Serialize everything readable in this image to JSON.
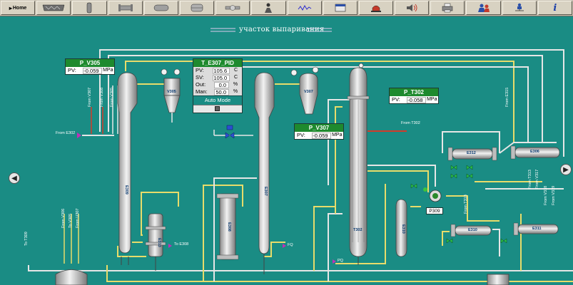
{
  "toolbar": {
    "home_label": "Home",
    "buttons": [
      "home",
      "heater",
      "valve-vertical",
      "pipe-flanges",
      "tank-horizontal",
      "vessel",
      "valve-horizontal",
      "operator",
      "waveform",
      "panel",
      "alarm",
      "speaker",
      "printer",
      "users",
      "person-tree",
      "info"
    ]
  },
  "section": {
    "title": "участок выпаривания"
  },
  "panels": {
    "p_v305": {
      "title": "P_V305",
      "label": "PV:",
      "value": "-0.059",
      "unit": "MPa"
    },
    "p_v307": {
      "title": "P_V307",
      "label": "PV:",
      "value": "-0.059",
      "unit": "MPa"
    },
    "p_t302": {
      "title": "P_T302",
      "label": "PV:",
      "value": "-0.058",
      "unit": "MPa"
    },
    "t_e307": {
      "title": "T_E307_PID",
      "rows": [
        {
          "label": "PV:",
          "value": "105.6",
          "unit": "C"
        },
        {
          "label": "SV:",
          "value": "105.0",
          "unit": "C"
        },
        {
          "label": "Out:",
          "value": "0.0",
          "unit": "%"
        },
        {
          "label": "Man:",
          "value": "50.0",
          "unit": "%"
        }
      ],
      "mode": "Auto Mode"
    }
  },
  "equipment": {
    "v305": "V305",
    "e309": "E309",
    "v307_top": "V307",
    "e307": "E307",
    "e308": "E308",
    "t302": "T302",
    "e310": "E310",
    "p309": "P309",
    "e312": "E312",
    "e313": "E313",
    "e306": "E306",
    "e310b": "E310",
    "e311": "E311"
  },
  "stream_labels": {
    "from_e302_left": "From E302",
    "from_v305_right": "From V305",
    "from_t302": "From T302",
    "to_e308": "To E308",
    "to_fq": "FQ",
    "from_v307": "From V307",
    "from_v308": "From V308",
    "from_v306": "From V306",
    "to_v305": "To V305",
    "from_e315": "From E315",
    "from_t313": "From T313",
    "from_v317": "From V317",
    "from_v318": "From V318",
    "from_v319": "From V319",
    "from_t313b": "From T313",
    "to_t309": "To T309",
    "pq": "PQ",
    "from_u307": "From U307"
  },
  "colors": {
    "background": "#1a8c84",
    "pipe_yellow": "#e8dc6a",
    "pipe_white": "#e6e6e6",
    "pipe_red": "#d23b2b",
    "vessel": "#c9c9c9",
    "panel_header": "#1e8a2e"
  }
}
